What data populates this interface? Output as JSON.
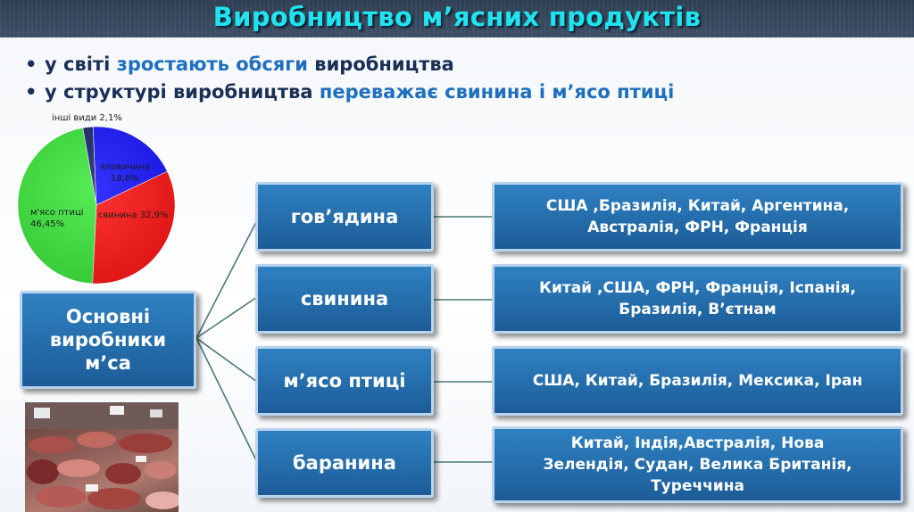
{
  "title": "Виробництво м’ясних продуктів",
  "bullets": [
    {
      "dot": "•",
      "parts": [
        "у світі ",
        "зростають обсяги",
        " виробництва"
      ]
    },
    {
      "dot": "•",
      "parts": [
        "у структурі виробництва ",
        "переважає свинина і м’ясо птиці",
        ""
      ]
    }
  ],
  "pie": {
    "slices": [
      {
        "label": "інші види",
        "value_text": "2,1%",
        "value": 2.1,
        "color": "#1b2a6b"
      },
      {
        "label": "яловичина",
        "value_text": "18,6%",
        "value": 18.6,
        "color": "#1a1aff"
      },
      {
        "label": "свинина",
        "value_text": "32,9%",
        "value": 32.9,
        "color": "#ff1a1a"
      },
      {
        "label": "м'ясо птиці",
        "value_text": "46,45%",
        "value": 46.45,
        "color": "#3fe83f"
      }
    ]
  },
  "main_box": {
    "lines": [
      "Основні",
      "виробники",
      "м’са"
    ]
  },
  "categories": [
    {
      "name": "гов’ядина",
      "countries": [
        "США ,Бразилія,  Китай, Аргентина,",
        "Австралія, ФРН, Франція"
      ]
    },
    {
      "name": "свинина",
      "countries": [
        "Китай ,США, ФРН, Франція, Іспанія,",
        "Бразилія, В’єтнам"
      ]
    },
    {
      "name": "м’ясо птиці",
      "countries": [
        "США, Китай, Бразилія, Мексика, Іран"
      ]
    },
    {
      "name": "баранина",
      "countries": [
        "Китай, Індія,Австралія, Нова",
        "Зелендія, Судан, Велика Британія,",
        "Туреччина"
      ]
    }
  ]
}
